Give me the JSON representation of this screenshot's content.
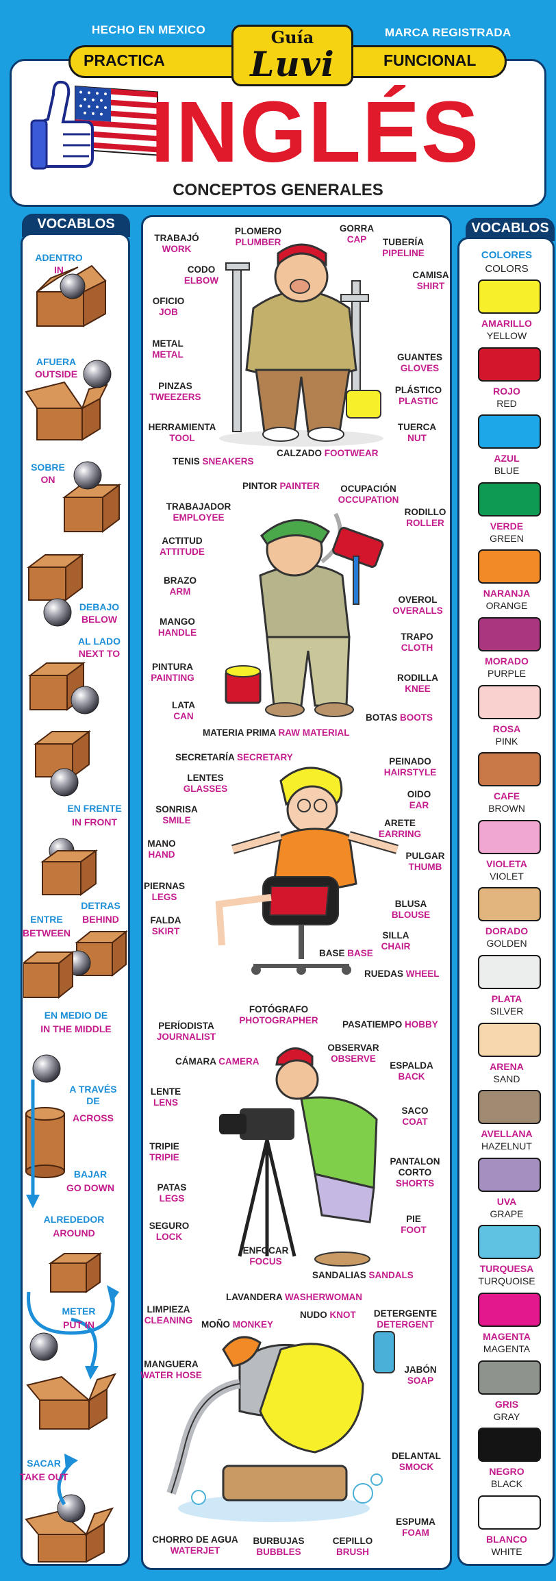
{
  "header": {
    "made_in": "HECHO EN MEXICO",
    "trademark": "MARCA REGISTRADA",
    "left_band": "PRACTICA",
    "right_band": "FUNCIONAL",
    "brand_small": "Guía",
    "brand_name": "Luvi",
    "title": "INGLÉS",
    "subtitle": "CONCEPTOS GENERALES"
  },
  "left_column": {
    "tab": "VOCABLOS",
    "items": [
      {
        "es": "ADENTRO",
        "en": "IN"
      },
      {
        "es": "AFUERA",
        "en": "OUTSIDE"
      },
      {
        "es": "SOBRE",
        "en": "ON"
      },
      {
        "es": "DEBAJO",
        "en": "BELOW"
      },
      {
        "es": "AL LADO",
        "en": "NEXT TO"
      },
      {
        "es": "EN FRENTE",
        "en": "IN FRONT"
      },
      {
        "es": "DETRAS",
        "en": "BEHIND"
      },
      {
        "es": "ENTRE",
        "en": "BETWEEN"
      },
      {
        "es": "EN MEDIO DE",
        "en": "IN THE MIDDLE"
      },
      {
        "es": "A TRAVÉS DE",
        "en": "ACROSS"
      },
      {
        "es": "BAJAR",
        "en": "GO DOWN"
      },
      {
        "es": "ALREDEDOR",
        "en": "AROUND"
      },
      {
        "es": "METER",
        "en": "PUT IN"
      },
      {
        "es": "SACAR",
        "en": "TAKE OUT"
      }
    ]
  },
  "right_column": {
    "tab": "VOCABLOS",
    "heading_es": "COLORES",
    "heading_en": "COLORS",
    "colors": [
      {
        "es": "AMARILLO",
        "en": "YELLOW",
        "hex": "#f7ef2a"
      },
      {
        "es": "ROJO",
        "en": "RED",
        "hex": "#d3162b"
      },
      {
        "es": "AZUL",
        "en": "BLUE",
        "hex": "#1ea7e8"
      },
      {
        "es": "VERDE",
        "en": "GREEN",
        "hex": "#0e9a52"
      },
      {
        "es": "NARANJA",
        "en": "ORANGE",
        "hex": "#f28a25"
      },
      {
        "es": "MORADO",
        "en": "PURPLE",
        "hex": "#a9367e"
      },
      {
        "es": "ROSA",
        "en": "PINK",
        "hex": "#f9d2cf"
      },
      {
        "es": "CAFE",
        "en": "BROWN",
        "hex": "#c97847"
      },
      {
        "es": "VIOLETA",
        "en": "VIOLET",
        "hex": "#f0a8d2"
      },
      {
        "es": "DORADO",
        "en": "GOLDEN",
        "hex": "#e2b47e"
      },
      {
        "es": "PLATA",
        "en": "SILVER",
        "hex": "#eceeee"
      },
      {
        "es": "ARENA",
        "en": "SAND",
        "hex": "#f7d7ae"
      },
      {
        "es": "AVELLANA",
        "en": "HAZELNUT",
        "hex": "#a08a72"
      },
      {
        "es": "UVA",
        "en": "GRAPE",
        "hex": "#a58ec0"
      },
      {
        "es": "TURQUESA",
        "en": "TURQUOISE",
        "hex": "#5fc2e3"
      },
      {
        "es": "MAGENTA",
        "en": "MAGENTA",
        "hex": "#e3188c"
      },
      {
        "es": "GRIS",
        "en": "GRAY",
        "hex": "#8e948d"
      },
      {
        "es": "NEGRO",
        "en": "BLACK",
        "hex": "#141414"
      },
      {
        "es": "BLANCO",
        "en": "WHITE",
        "hex": "#ffffff"
      }
    ]
  },
  "scenes": {
    "plumber": [
      {
        "es": "TRABAJÓ",
        "en": "WORK"
      },
      {
        "es": "PLOMERO",
        "en": "PLUMBER"
      },
      {
        "es": "GORRA",
        "en": "CAP"
      },
      {
        "es": "TUBERÍA",
        "en": "PIPELINE"
      },
      {
        "es": "CODO",
        "en": "ELBOW"
      },
      {
        "es": "CAMISA",
        "en": "SHIRT"
      },
      {
        "es": "OFICIO",
        "en": "JOB"
      },
      {
        "es": "METAL",
        "en": "METAL"
      },
      {
        "es": "GUANTES",
        "en": "GLOVES"
      },
      {
        "es": "PINZAS",
        "en": "TWEEZERS"
      },
      {
        "es": "PLÁSTICO",
        "en": "PLASTIC"
      },
      {
        "es": "HERRAMIENTA",
        "en": "TOOL"
      },
      {
        "es": "TUERCA",
        "en": "NUT"
      },
      {
        "es": "CALZADO",
        "en": "FOOTWEAR"
      },
      {
        "es": "TENIS",
        "en": "SNEAKERS"
      }
    ],
    "painter": [
      {
        "es": "PINTOR",
        "en": "PAINTER"
      },
      {
        "es": "OCUPACIÓN",
        "en": "OCCUPATION"
      },
      {
        "es": "TRABAJADOR",
        "en": "EMPLOYEE"
      },
      {
        "es": "RODILLO",
        "en": "ROLLER"
      },
      {
        "es": "ACTITUD",
        "en": "ATTITUDE"
      },
      {
        "es": "BRAZO",
        "en": "ARM"
      },
      {
        "es": "OVEROL",
        "en": "OVERALLS"
      },
      {
        "es": "MANGO",
        "en": "HANDLE"
      },
      {
        "es": "TRAPO",
        "en": "CLOTH"
      },
      {
        "es": "PINTURA",
        "en": "PAINTING"
      },
      {
        "es": "RODILLA",
        "en": "KNEE"
      },
      {
        "es": "LATA",
        "en": "CAN"
      },
      {
        "es": "BOTAS",
        "en": "BOOTS"
      },
      {
        "es": "MATERIA PRIMA",
        "en": "RAW MATERIAL"
      }
    ],
    "secretary": [
      {
        "es": "SECRETARÍA",
        "en": "SECRETARY"
      },
      {
        "es": "PEINADO",
        "en": "HAIRSTYLE"
      },
      {
        "es": "LENTES",
        "en": "GLASSES"
      },
      {
        "es": "OIDO",
        "en": "EAR"
      },
      {
        "es": "SONRISA",
        "en": "SMILE"
      },
      {
        "es": "ARETE",
        "en": "EARRING"
      },
      {
        "es": "MANO",
        "en": "HAND"
      },
      {
        "es": "PULGAR",
        "en": "THUMB"
      },
      {
        "es": "PIERNAS",
        "en": "LEGS"
      },
      {
        "es": "BLUSA",
        "en": "BLOUSE"
      },
      {
        "es": "FALDA",
        "en": "SKIRT"
      },
      {
        "es": "SILLA",
        "en": "CHAIR"
      },
      {
        "es": "BASE",
        "en": "BASE"
      },
      {
        "es": "RUEDAS",
        "en": "WHEEL"
      }
    ],
    "photographer": [
      {
        "es": "FOTÓGRAFO",
        "en": "PHOTOGRAPHER"
      },
      {
        "es": "PERÍODISTA",
        "en": "JOURNALIST"
      },
      {
        "es": "PASATIEMPO",
        "en": "HOBBY"
      },
      {
        "es": "OBSERVAR",
        "en": "OBSERVE"
      },
      {
        "es": "CÁMARA",
        "en": "CAMERA"
      },
      {
        "es": "ESPALDA",
        "en": "BACK"
      },
      {
        "es": "LENTE",
        "en": "LENS"
      },
      {
        "es": "SACO",
        "en": "COAT"
      },
      {
        "es": "TRIPIE",
        "en": "TRIPIE"
      },
      {
        "es": "PANTALON CORTO",
        "en": "SHORTS"
      },
      {
        "es": "PATAS",
        "en": "LEGS"
      },
      {
        "es": "PIE",
        "en": "FOOT"
      },
      {
        "es": "SEGURO",
        "en": "LOCK"
      },
      {
        "es": "ENFOCAR",
        "en": "FOCUS"
      },
      {
        "es": "SANDALIAS",
        "en": "SANDALS"
      }
    ],
    "washerwoman": [
      {
        "es": "LAVANDERA",
        "en": "WASHERWOMAN"
      },
      {
        "es": "LIMPIEZA",
        "en": "CLEANING"
      },
      {
        "es": "MOÑO",
        "en": "MONKEY"
      },
      {
        "es": "NUDO",
        "en": "KNOT"
      },
      {
        "es": "DETERGENTE",
        "en": "DETERGENT"
      },
      {
        "es": "MANGUERA",
        "en": "WATER HOSE"
      },
      {
        "es": "JABÓN",
        "en": "SOAP"
      },
      {
        "es": "DELANTAL",
        "en": "SMOCK"
      },
      {
        "es": "CHORRO DE AGUA",
        "en": "WATERJET"
      },
      {
        "es": "BURBUJAS",
        "en": "BUBBLES"
      },
      {
        "es": "CEPILLO",
        "en": "BRUSH"
      },
      {
        "es": "ESPUMA",
        "en": "FOAM"
      }
    ]
  }
}
